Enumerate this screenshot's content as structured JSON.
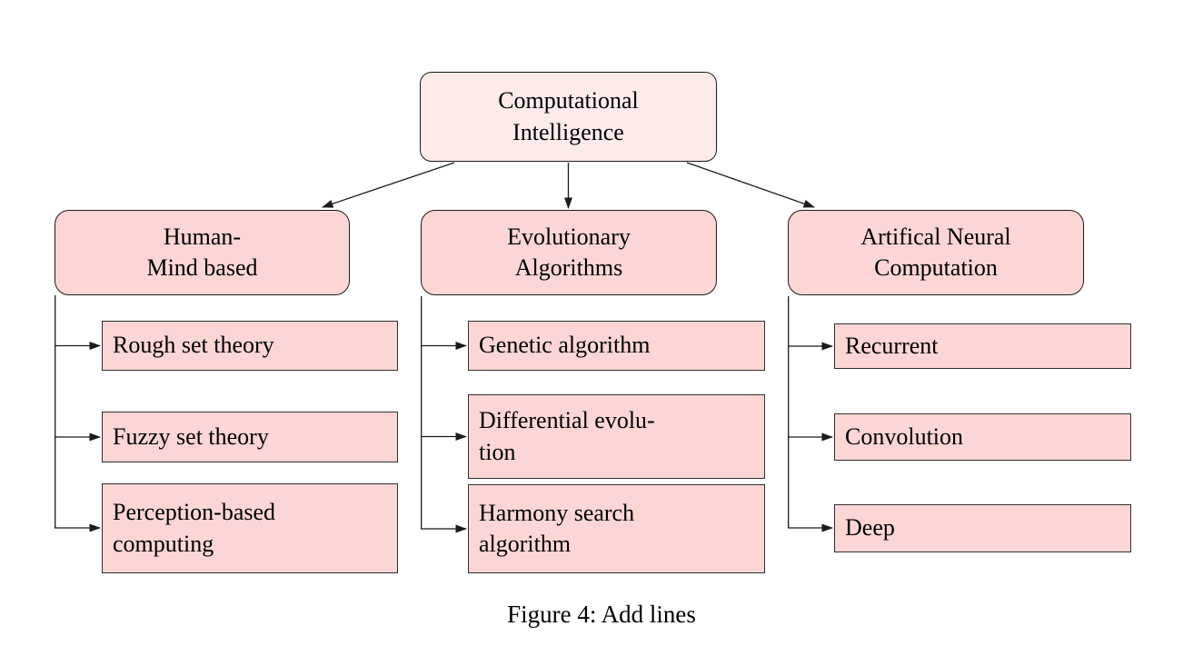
{
  "figure": {
    "caption": "Figure 4: Add lines"
  },
  "colors": {
    "root_fill": "#fcebe9",
    "branch_fill": "#fbd6d4",
    "leaf_fill": "#fbd6d4",
    "stroke": "#1b1b1b"
  },
  "tree": {
    "root": {
      "label": "Computational\nIntelligence"
    },
    "branches": [
      {
        "parent": {
          "label": "Human-\nMind based"
        },
        "children": [
          {
            "label": "Rough set theory"
          },
          {
            "label": "Fuzzy set theory"
          },
          {
            "label": "Perception-based\ncomputing"
          }
        ]
      },
      {
        "parent": {
          "label": "Evolutionary\nAlgorithms"
        },
        "children": [
          {
            "label": "Genetic algorithm"
          },
          {
            "label": "Differential evolu-\ntion"
          },
          {
            "label": "Harmony search\nalgorithm"
          }
        ]
      },
      {
        "parent": {
          "label": "Artifical Neural\nComputation"
        },
        "children": [
          {
            "label": "Recurrent"
          },
          {
            "label": "Convolution"
          },
          {
            "label": "Deep"
          }
        ]
      }
    ]
  }
}
